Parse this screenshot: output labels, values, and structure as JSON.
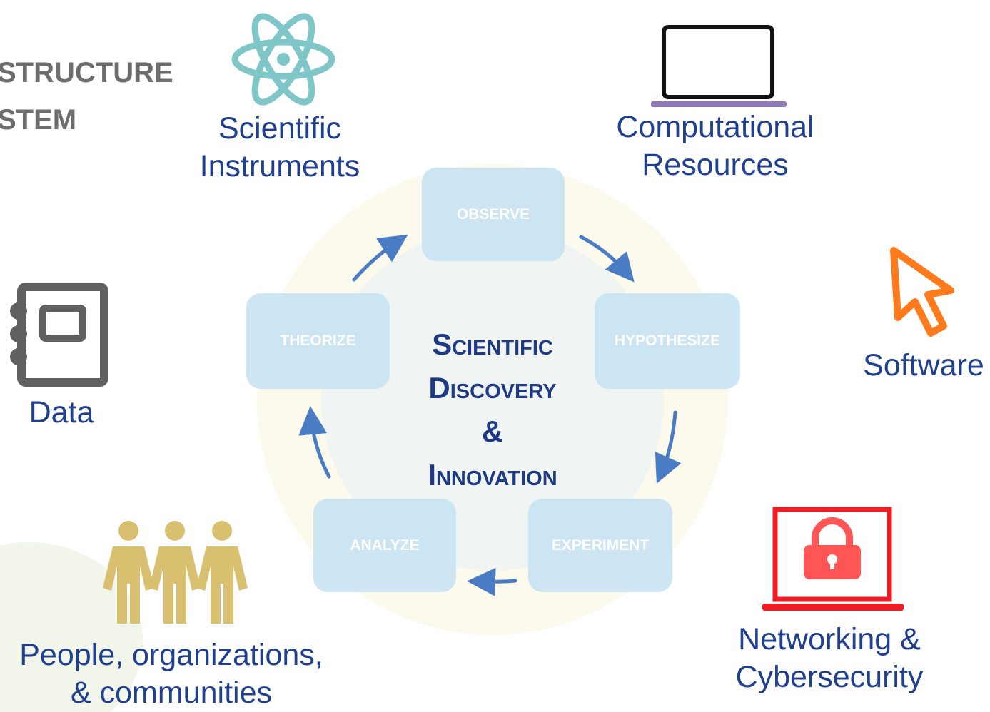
{
  "heading": {
    "line1": "STRUCTURE",
    "line2": "STEM"
  },
  "resources": {
    "instruments": {
      "line1": "Scientific",
      "line2": "Instruments",
      "icon": "atom-icon"
    },
    "computational": {
      "line1": "Computational",
      "line2": "Resources",
      "icon": "laptop-icon"
    },
    "software": {
      "label": "Software",
      "icon": "cursor-arrow-icon"
    },
    "data": {
      "label": "Data",
      "icon": "notebook-icon"
    },
    "people": {
      "line1": "People,  organizations,",
      "line2": "& communities",
      "icon": "people-icon"
    },
    "networking": {
      "line1": "Networking &",
      "line2": "Cybersecurity",
      "icon": "locked-laptop-icon"
    }
  },
  "cycle": {
    "observe": "OBSERVE",
    "hypothesize": "HYPOTHESIZE",
    "experiment": "EXPERIMENT",
    "analyze": "ANALYZE",
    "theorize": "THEORIZE"
  },
  "center": {
    "line1": "Scientific",
    "line2": "Discovery",
    "line3": "&",
    "line4": "Innovation"
  },
  "colors": {
    "label_blue": "#1f3f8f",
    "heading_gray": "#6d6d6d",
    "atom_teal": "#7fc6c9",
    "cursor_orange": "#ff7a1a",
    "security_red": "#ee1c24",
    "people_gold": "#d8c070",
    "laptop_purple": "#8e7bb5",
    "arrow_blue": "#4a7cc4"
  }
}
